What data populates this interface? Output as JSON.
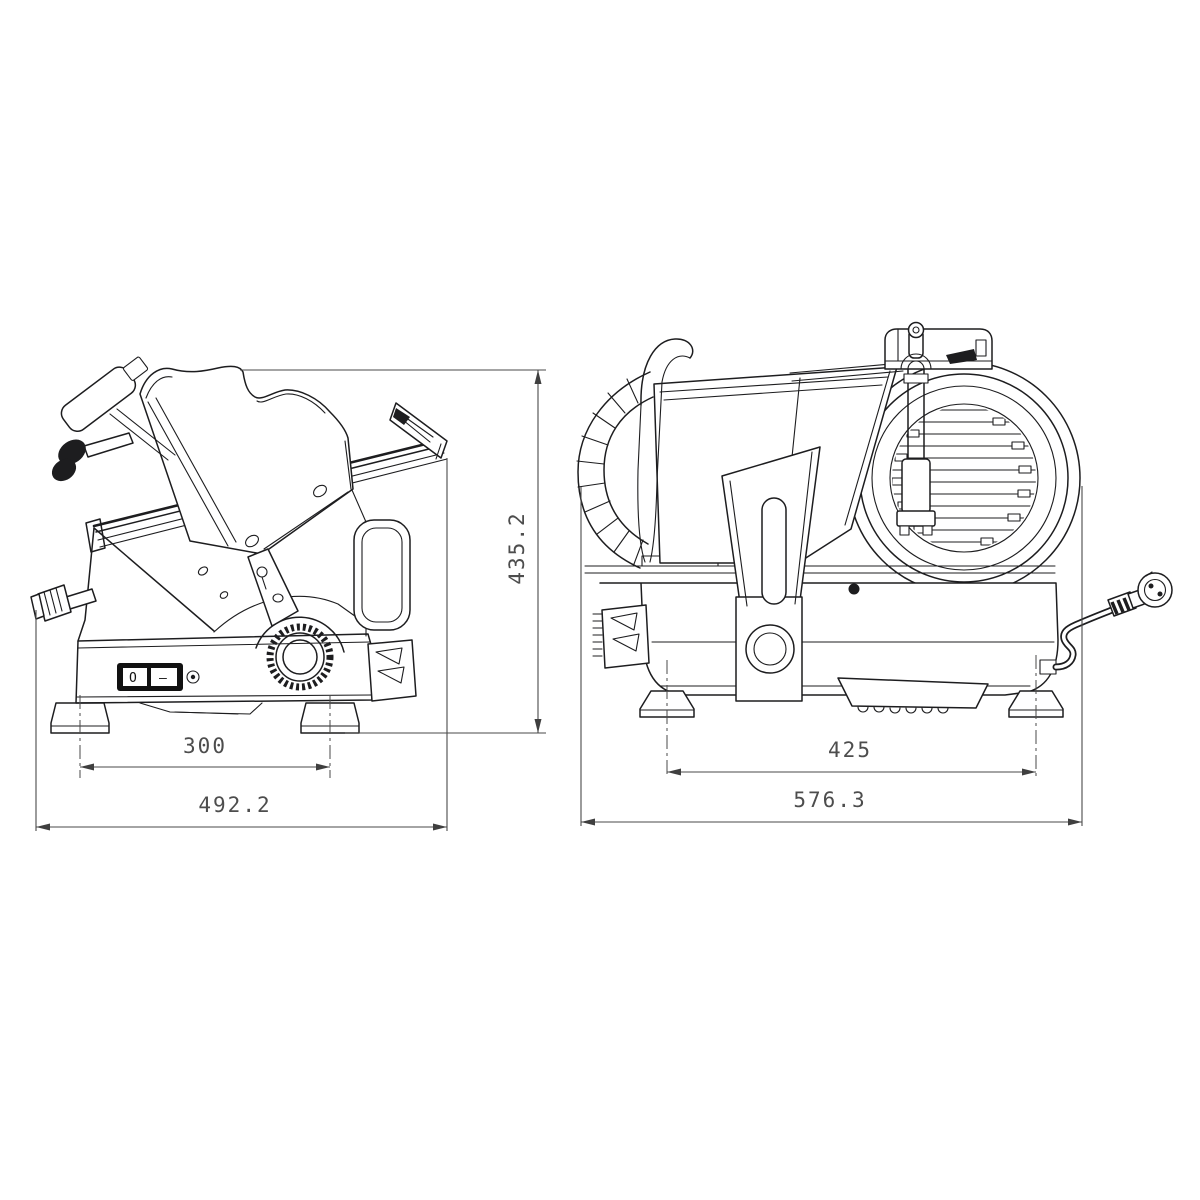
{
  "page": {
    "background": "#ffffff"
  },
  "colors": {
    "line": "#1d1d1f",
    "dimension_text": "#4d4d4d"
  },
  "dimensions": {
    "side_height": "435.2",
    "side_feet_spacing": "300",
    "side_overall_width": "492.2",
    "front_feet_spacing": "425",
    "front_overall_width": "576.3"
  },
  "controls": {
    "power_switch_off": "O",
    "power_switch_on": "–"
  }
}
